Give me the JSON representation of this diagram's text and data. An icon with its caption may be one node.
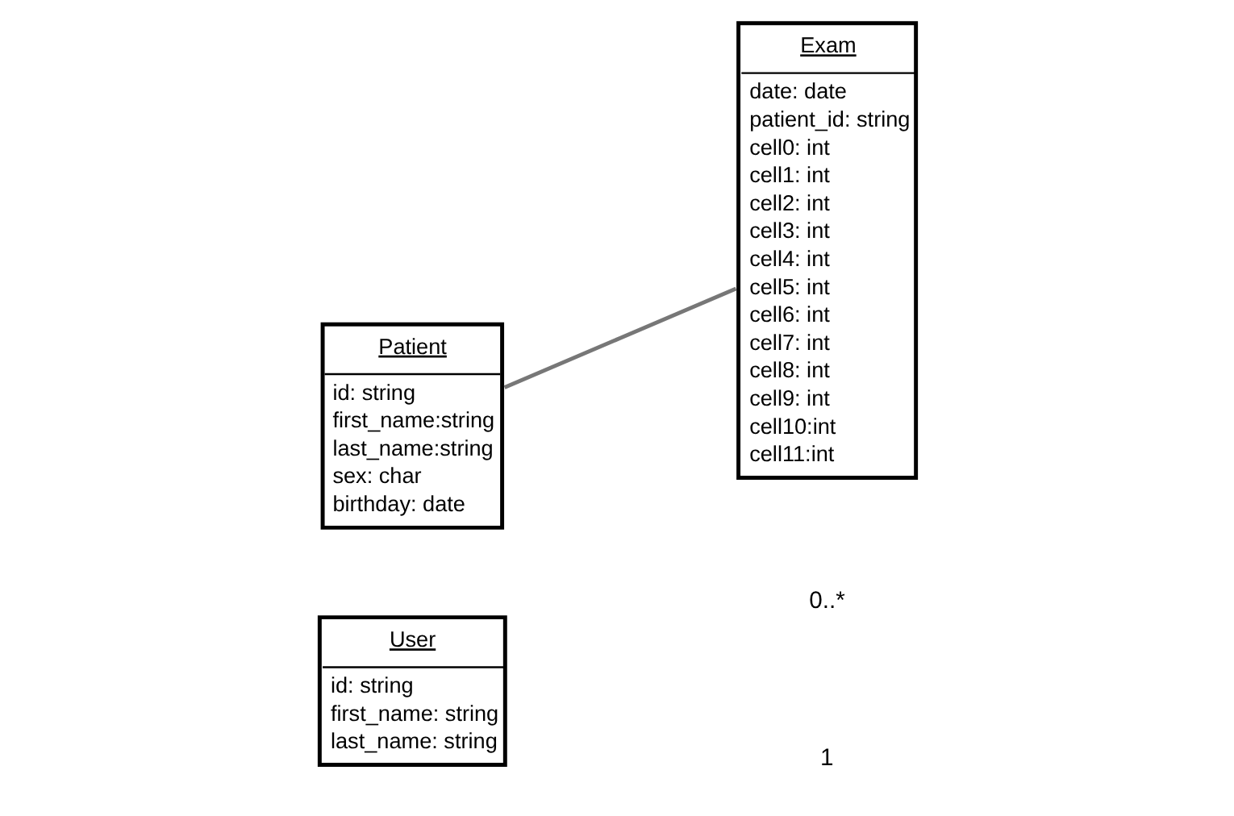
{
  "diagram": {
    "nodes": [
      {
        "text": [
          "Patient",
          "id: string",
          "first_name:string",
          "last_name:string",
          "sex: char",
          "birthday: date"
        ]
      },
      {
        "text": [
          "Exam",
          "date: date",
          "patient_id: string",
          "cell0: int",
          "cell1: int",
          "cell2: int",
          "cell3: int",
          "cell4: int",
          "cell5: int",
          "cell6: int",
          "cell7: int",
          "cell8: int",
          "cell9: int",
          "cell10:int",
          "cell11:int"
        ]
      },
      {
        "text": [
          "User",
          "id: string",
          "first_name: string",
          "last_name: string"
        ]
      }
    ],
    "edges": [
      {
        "from": 0,
        "to": 1,
        "arrow": "none"
      }
    ],
    "labels": [
      "0..*",
      "1"
    ]
  }
}
